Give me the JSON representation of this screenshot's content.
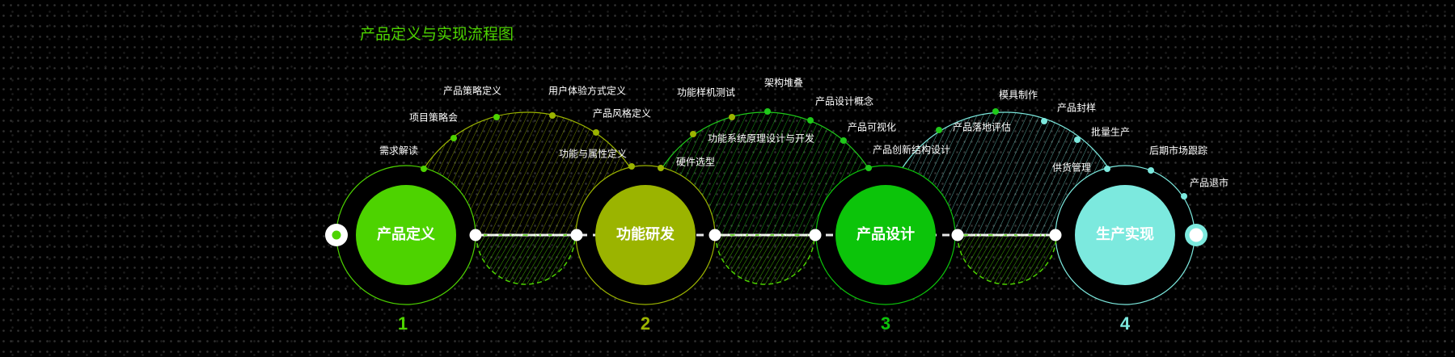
{
  "title": "产品定义与实现流程图",
  "colors": {
    "stage1": "#4dd300",
    "stage2": "#9bb400",
    "stage3": "#0cc40a",
    "stage4": "#7ce9de",
    "label": "#ffffff",
    "background": "#000000"
  },
  "stages": [
    {
      "name": "产品定义",
      "number": "1"
    },
    {
      "name": "功能研发",
      "number": "2"
    },
    {
      "name": "产品设计",
      "number": "3"
    },
    {
      "name": "生产实现",
      "number": "4"
    }
  ],
  "steps": {
    "group1": [
      "需求解读",
      "项目策略会",
      "产品策略定义",
      "用户体验方式定义",
      "产品风格定义",
      "功能与属性定义"
    ],
    "group2": [
      "硬件选型",
      "功能样机测试",
      "架构堆叠",
      "功能系统原理设计与开发",
      "产品设计概念",
      "产品可视化",
      "产品创新结构设计"
    ],
    "group3": [
      "产品落地评估",
      "模具制作",
      "产品封样",
      "批量生产",
      "供货管理",
      "后期市场跟踪",
      "产品退市"
    ]
  }
}
